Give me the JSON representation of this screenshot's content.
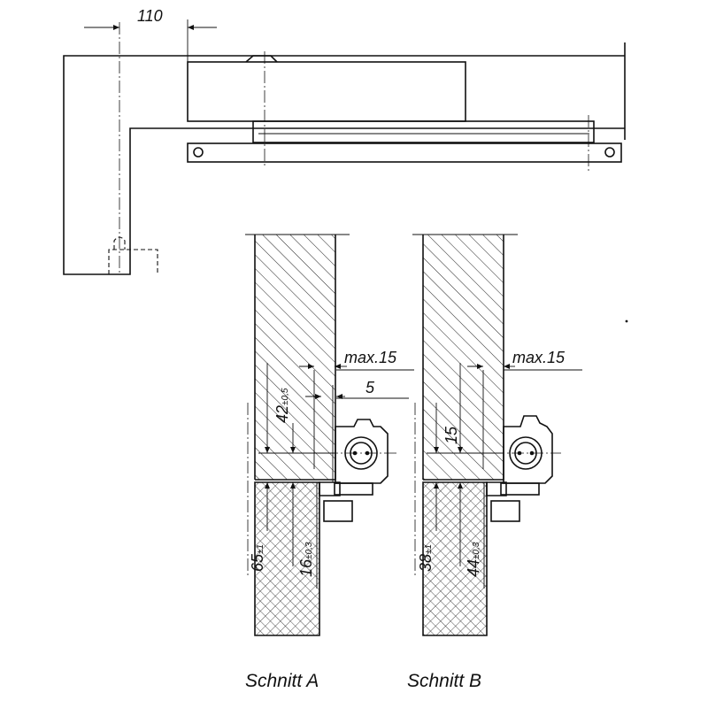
{
  "plan": {
    "dim_110": "110"
  },
  "section_a": {
    "max_label": "max.15",
    "dim_5": "5",
    "dim_42_main": "42",
    "dim_42_tol": "±0,5",
    "dim_65_main": "65",
    "dim_65_tol": "±1",
    "dim_16_main": "16",
    "dim_16_tol": "±0,3",
    "caption": "Schnitt A"
  },
  "section_b": {
    "max_label": "max.15",
    "dim_15": "15",
    "dim_38_main": "38",
    "dim_38_tol": "±1",
    "dim_44_main": "44",
    "dim_44_tol": "±0,3",
    "caption": "Schnitt B"
  }
}
